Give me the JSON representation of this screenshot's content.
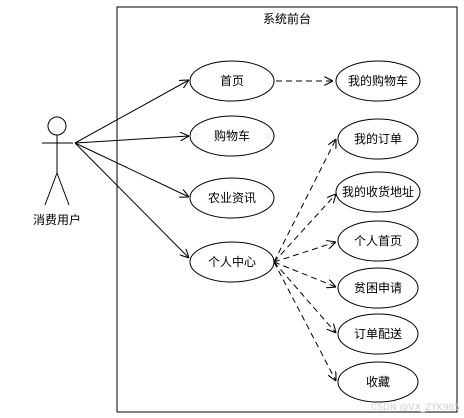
{
  "system": {
    "title": "系统前台"
  },
  "actor": {
    "label": "消费用户"
  },
  "use_cases": {
    "home": "首页",
    "cart": "购物车",
    "news": "农业资讯",
    "personal_center": "个人中心",
    "my_cart": "我的购物车",
    "my_orders": "我的订单",
    "my_address": "我的收货地址",
    "personal_home": "个人首页",
    "poverty_apply": "贫困申请",
    "order_delivery": "订单配送",
    "favorites": "收藏"
  },
  "watermark": "CSDN @VX_ZYK985"
}
